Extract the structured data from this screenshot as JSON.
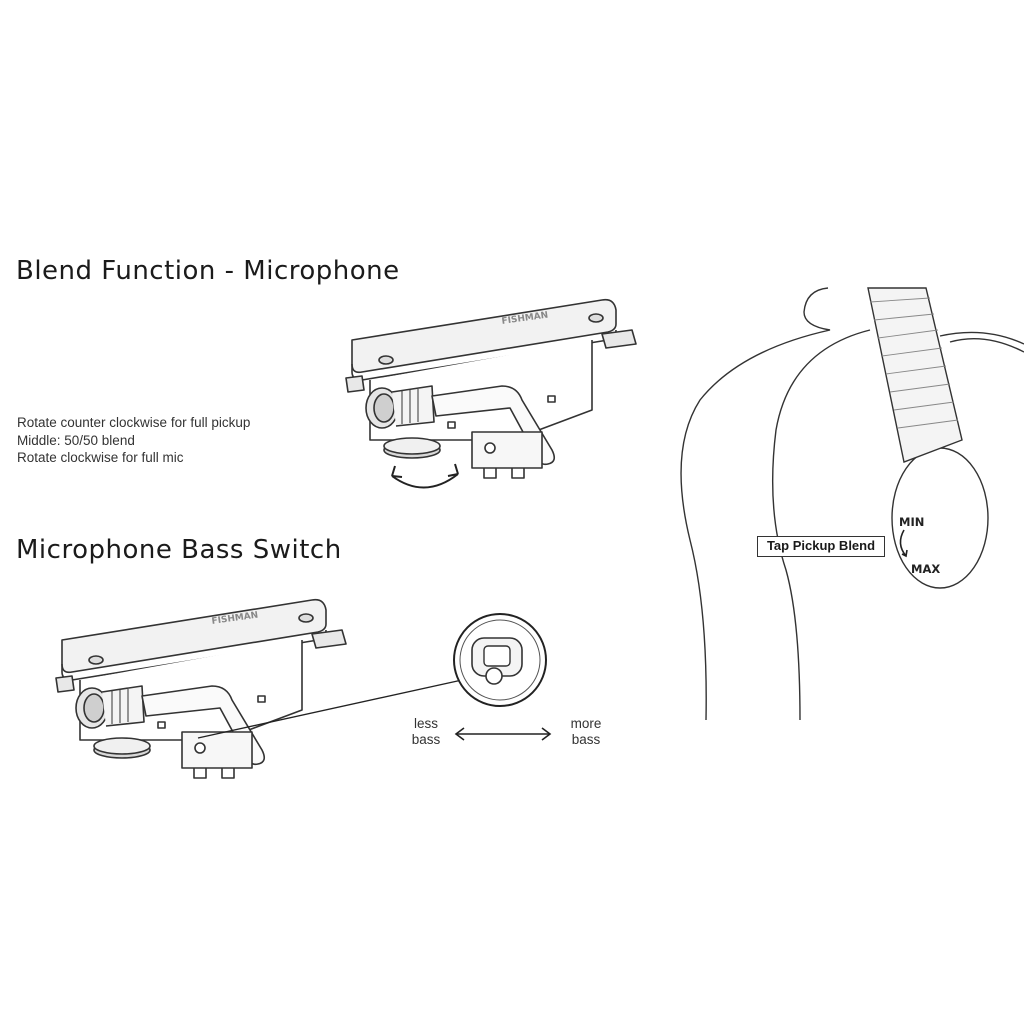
{
  "sections": {
    "blend": {
      "title": "Blend Function - Microphone",
      "instructions": [
        "Rotate counter clockwise for full pickup",
        "Middle: 50/50 blend",
        "Rotate clockwise for full mic"
      ]
    },
    "bass": {
      "title": "Microphone Bass Switch",
      "less_label": "less\nbass",
      "more_label": "more\nbass"
    }
  },
  "guitar": {
    "control_label": "Tap Pickup Blend",
    "min_label": "MIN",
    "max_label": "MAX"
  },
  "pickup_brand": "FISHMAN"
}
